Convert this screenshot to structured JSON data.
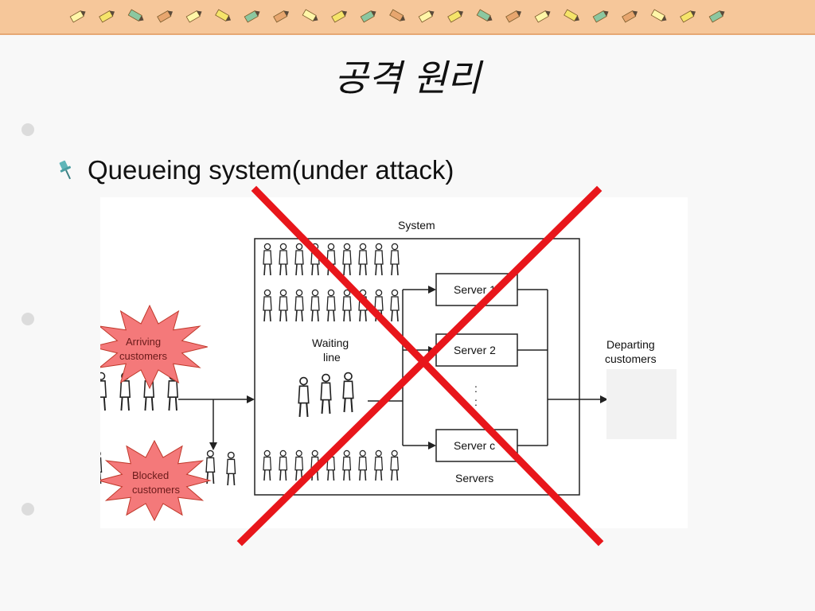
{
  "slide": {
    "title": "공격 원리",
    "bullet": "Queueing system(under attack)"
  },
  "diagram": {
    "system_label": "System",
    "waiting_label_1": "Waiting",
    "waiting_label_2": "line",
    "server_1": "Server 1",
    "server_2": "Server 2",
    "server_c": "Server c",
    "ellipsis": ":",
    "servers_label": "Servers",
    "departing_label_1": "Departing",
    "departing_label_2": "customers",
    "arriving_label_1": "Arriving",
    "arriving_label_2": "customers",
    "blocked_label_1": "Blocked",
    "blocked_label_2": "customers"
  },
  "colors": {
    "top_bar": "#f6c79a",
    "bottom_bar": "#7ec6c2",
    "cross": "#e8161b",
    "burst_fill": "#f4797a",
    "burst_stroke": "#c0392b",
    "pin": "#5fb6b9"
  },
  "icons": {
    "bullet": "pushpin-icon",
    "decoration": "crayon-icon",
    "overlay": "red-x-cross-icon"
  }
}
